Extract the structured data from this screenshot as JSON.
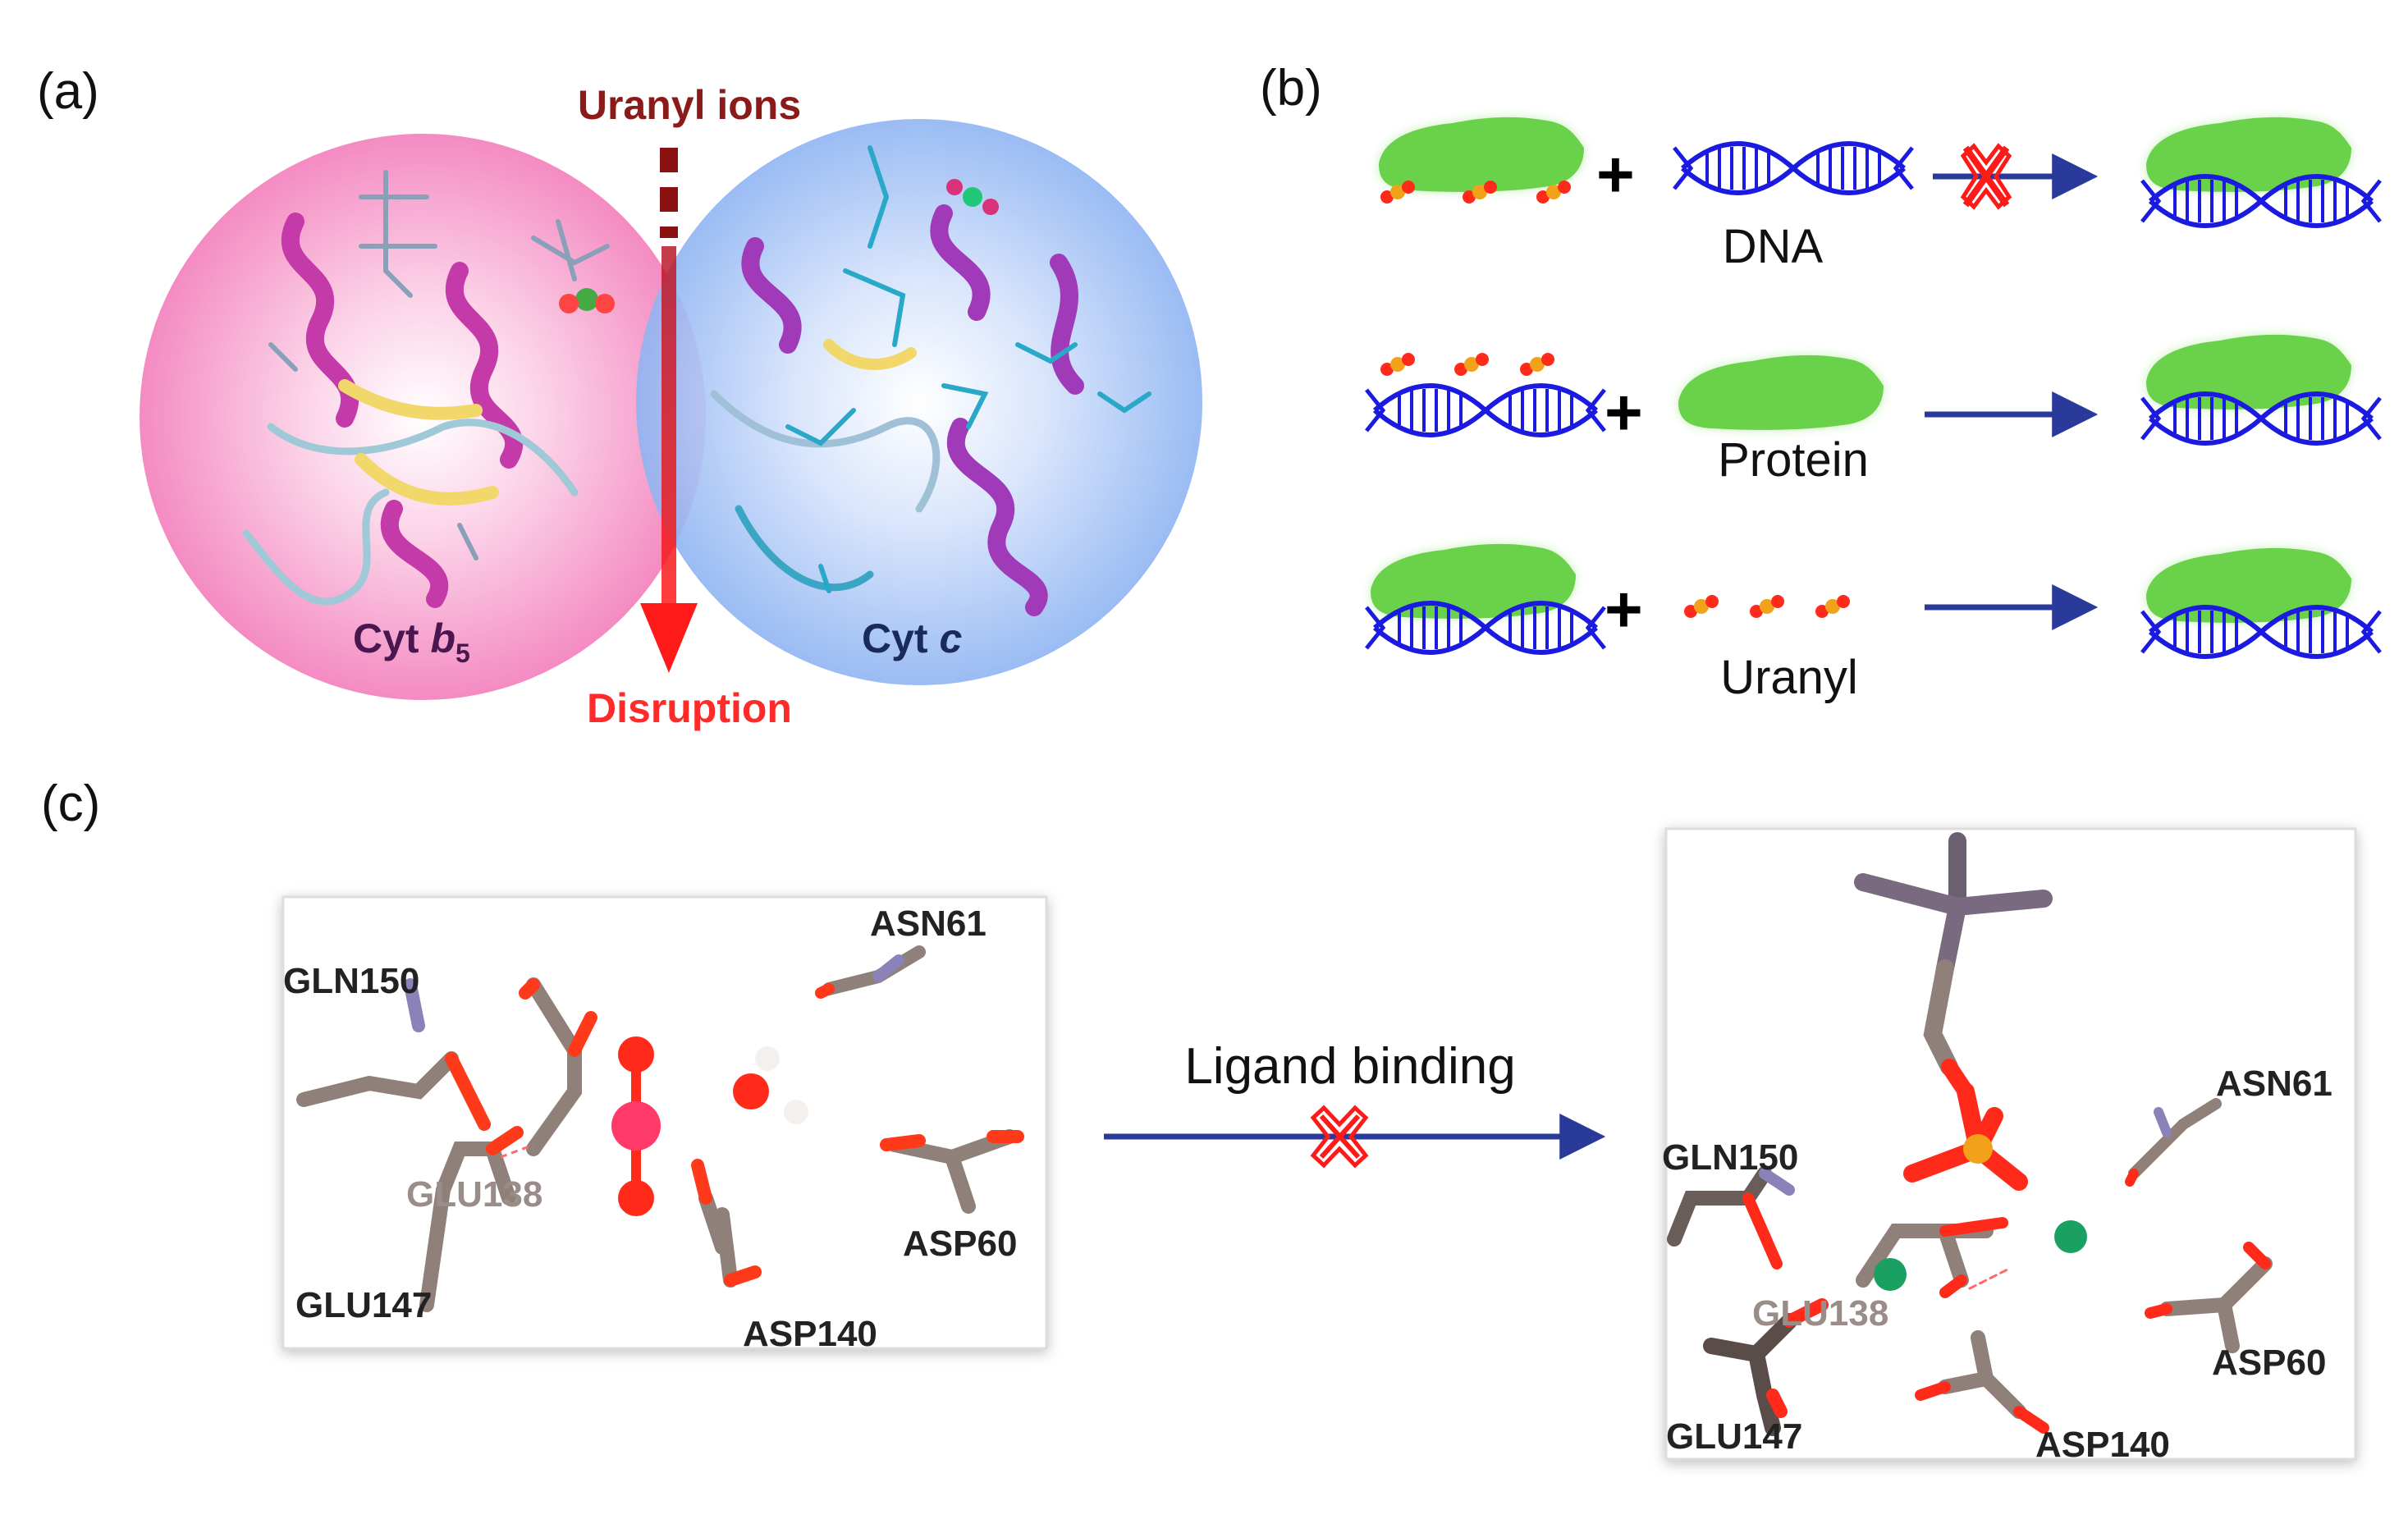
{
  "panels": {
    "a": {
      "label": "(a)",
      "uranyl_label": "Uranyl ions",
      "disruption_label": "Disruption",
      "left_protein": {
        "prefix": "Cyt ",
        "italic": "b",
        "sub": "5"
      },
      "right_protein": {
        "prefix": "Cyt ",
        "italic": "c"
      },
      "colors": {
        "left_circle": "#f48bc2",
        "right_circle": "#8fb4f2",
        "arrow": "#ff1a1a",
        "dash": "#8b1111"
      }
    },
    "b": {
      "label": "(b)",
      "rows": [
        {
          "reactant_label": "DNA",
          "blocked": true
        },
        {
          "reactant_label": "Protein",
          "blocked": false
        },
        {
          "reactant_label": "Uranyl",
          "blocked": false
        }
      ],
      "plus": "+",
      "colors": {
        "protein": "#6ad14a",
        "dna": "#1a1ae0",
        "arrow": "#2a3a9a",
        "block": "#ff1a1a"
      }
    },
    "c": {
      "label": "(c)",
      "arrow_label": "Ligand binding",
      "left_residues": {
        "asn61": "ASN61",
        "gln150": "GLN150",
        "glu138": "GLU138",
        "asp60": "ASP60",
        "glu147": "GLU147",
        "asp140": "ASP140"
      },
      "right_residues": {
        "asn61": "ASN61",
        "gln150": "GLN150",
        "glu138": "GLU138",
        "asp60": "ASP60",
        "glu147": "GLU147",
        "asp140": "ASP140"
      }
    }
  }
}
